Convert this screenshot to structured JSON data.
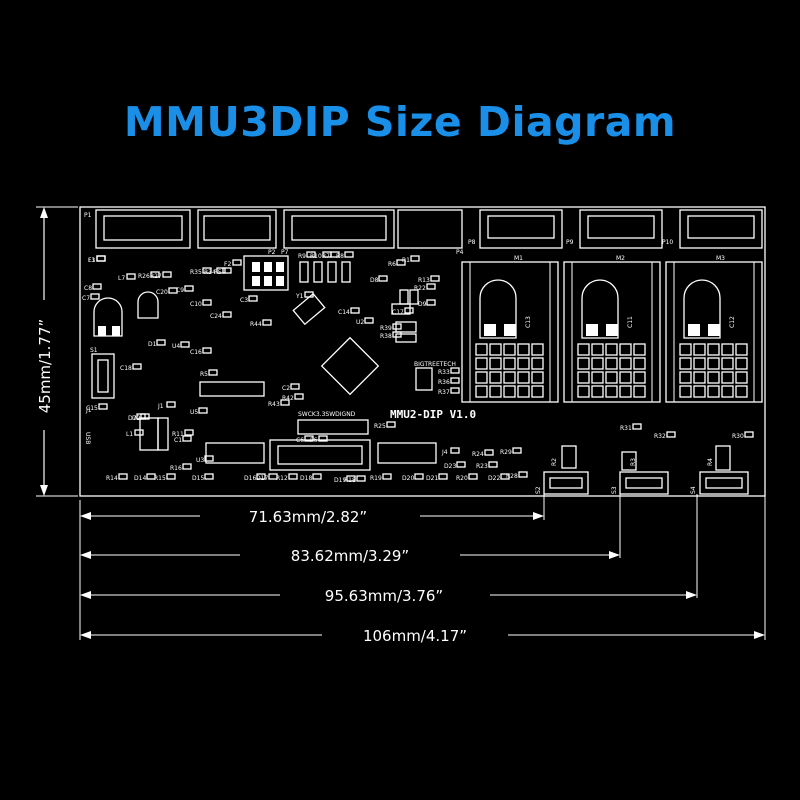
{
  "title": "MMU3DIP Size Diagram",
  "title_color": "#1a8fe8",
  "board_name": "MMU2-DIP V1.0",
  "brand": "BIGTREETECH",
  "usb_label": "USB",
  "swd_label": "SWCK3.3SWDIGND",
  "height_dim": "45mm/1.77”",
  "width_dims": [
    {
      "label": "71.63mm/2.82”"
    },
    {
      "label": "83.62mm/3.29”"
    },
    {
      "label": "95.63mm/3.76”"
    },
    {
      "label": "106mm/4.17”"
    }
  ],
  "components": {
    "connectors_top": [
      "P1",
      "P2",
      "P7",
      "P4",
      "P8",
      "P9",
      "P10"
    ],
    "motors": [
      "M1",
      "M2",
      "M3"
    ],
    "caps": [
      "C13",
      "C11",
      "C12"
    ],
    "switches": [
      "S1",
      "S2",
      "S3",
      "S4"
    ],
    "pots": [
      "R2",
      "R3",
      "R4"
    ],
    "misc": [
      "F1",
      "F2",
      "R26",
      "R27",
      "R35",
      "R34",
      "P5",
      "R9",
      "R10",
      "R7",
      "R8",
      "R6",
      "R1",
      "R22",
      "R13",
      "L7",
      "C8",
      "C7",
      "C20",
      "C9",
      "C10",
      "C24",
      "C3",
      "Y1",
      "C14",
      "U2",
      "R44",
      "U4",
      "D1",
      "C16",
      "D2",
      "R5",
      "U5",
      "C18",
      "C15",
      "J1",
      "D7",
      "L1",
      "R11",
      "C1",
      "C2",
      "R42",
      "R43",
      "R25",
      "C6",
      "P6",
      "J4",
      "U3",
      "R16",
      "R15",
      "R14",
      "D14",
      "D15",
      "D16",
      "D17",
      "R12",
      "D18",
      "D19",
      "R18",
      "R19",
      "D20",
      "D21",
      "R20",
      "D22",
      "D23",
      "R23",
      "R24",
      "R28",
      "R29",
      "R31",
      "R32",
      "R30",
      "R33",
      "R36",
      "R37",
      "R38",
      "R39",
      "C17",
      "D9",
      "D8",
      "L3"
    ]
  }
}
